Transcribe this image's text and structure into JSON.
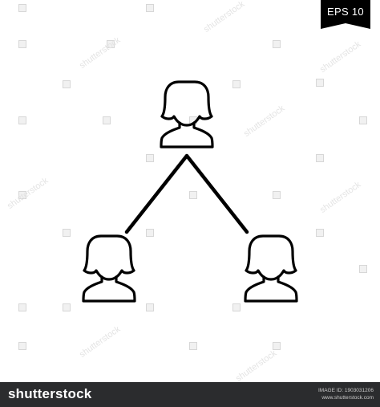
{
  "badge": {
    "label": "EPS 10",
    "color": "#000000"
  },
  "illustration": {
    "icon": "people-hierarchy-icon",
    "stroke_color": "#000000"
  },
  "watermark": {
    "text": "shutterstock"
  },
  "footer": {
    "brand": "shutterstock",
    "image_id_label": "IMAGE ID: 1903031206",
    "site": "www.shutterstock.com",
    "background": "#2b2c2e"
  }
}
